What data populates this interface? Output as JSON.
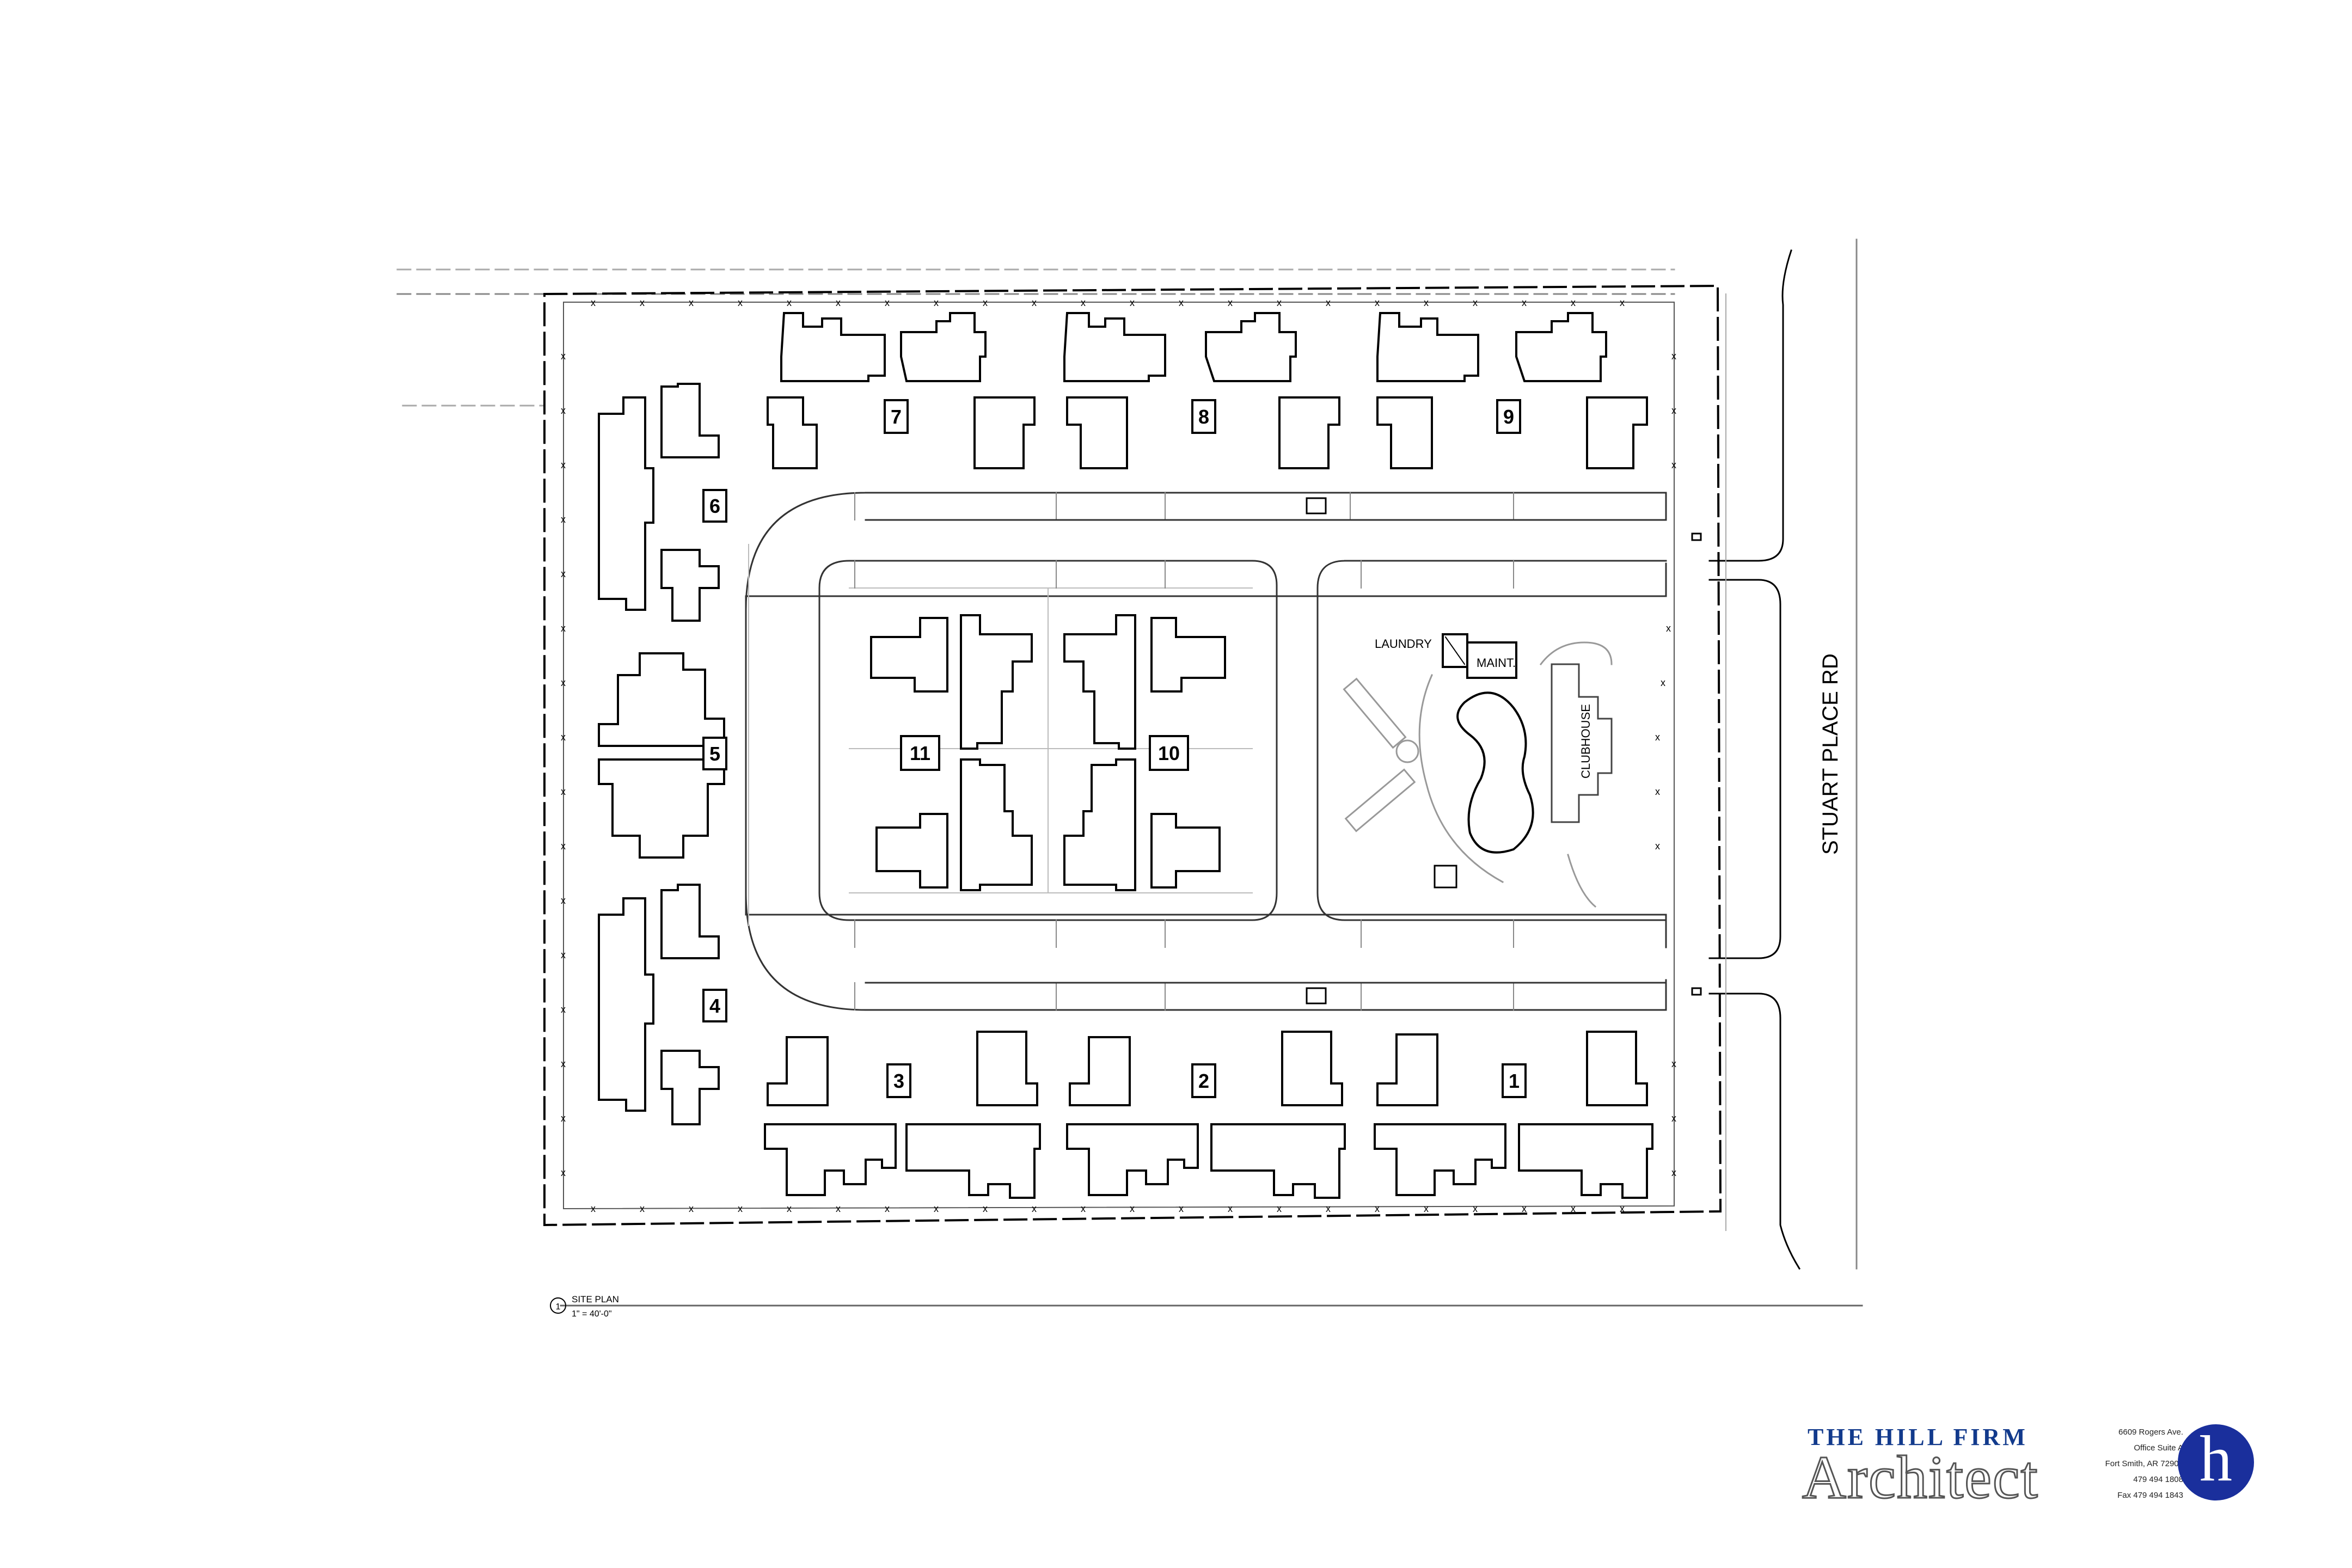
{
  "drawing": {
    "road_label": "STUART PLACE RD",
    "laundry_label": "LAUNDRY",
    "maint_label": "MAINT.",
    "clubhouse_label": "CLUBHOUSE",
    "building_numbers": [
      "1",
      "2",
      "3",
      "4",
      "5",
      "6",
      "7",
      "8",
      "9",
      "10",
      "11"
    ],
    "view_number": "1",
    "view_title": "SITE PLAN",
    "view_scale": "1\" = 40'-0\""
  },
  "title_block": {
    "firm_name": "THE HILL FIRM",
    "firm_word": "Architect",
    "address_line1": "6609 Rogers Ave.",
    "address_line2": "Office Suite A",
    "address_line3": "Fort Smith, AR 72903",
    "phone": "479 494 1808",
    "fax": "Fax 479 494 1843",
    "logo_letter": "h",
    "brand_color": "#1a2f9c"
  }
}
